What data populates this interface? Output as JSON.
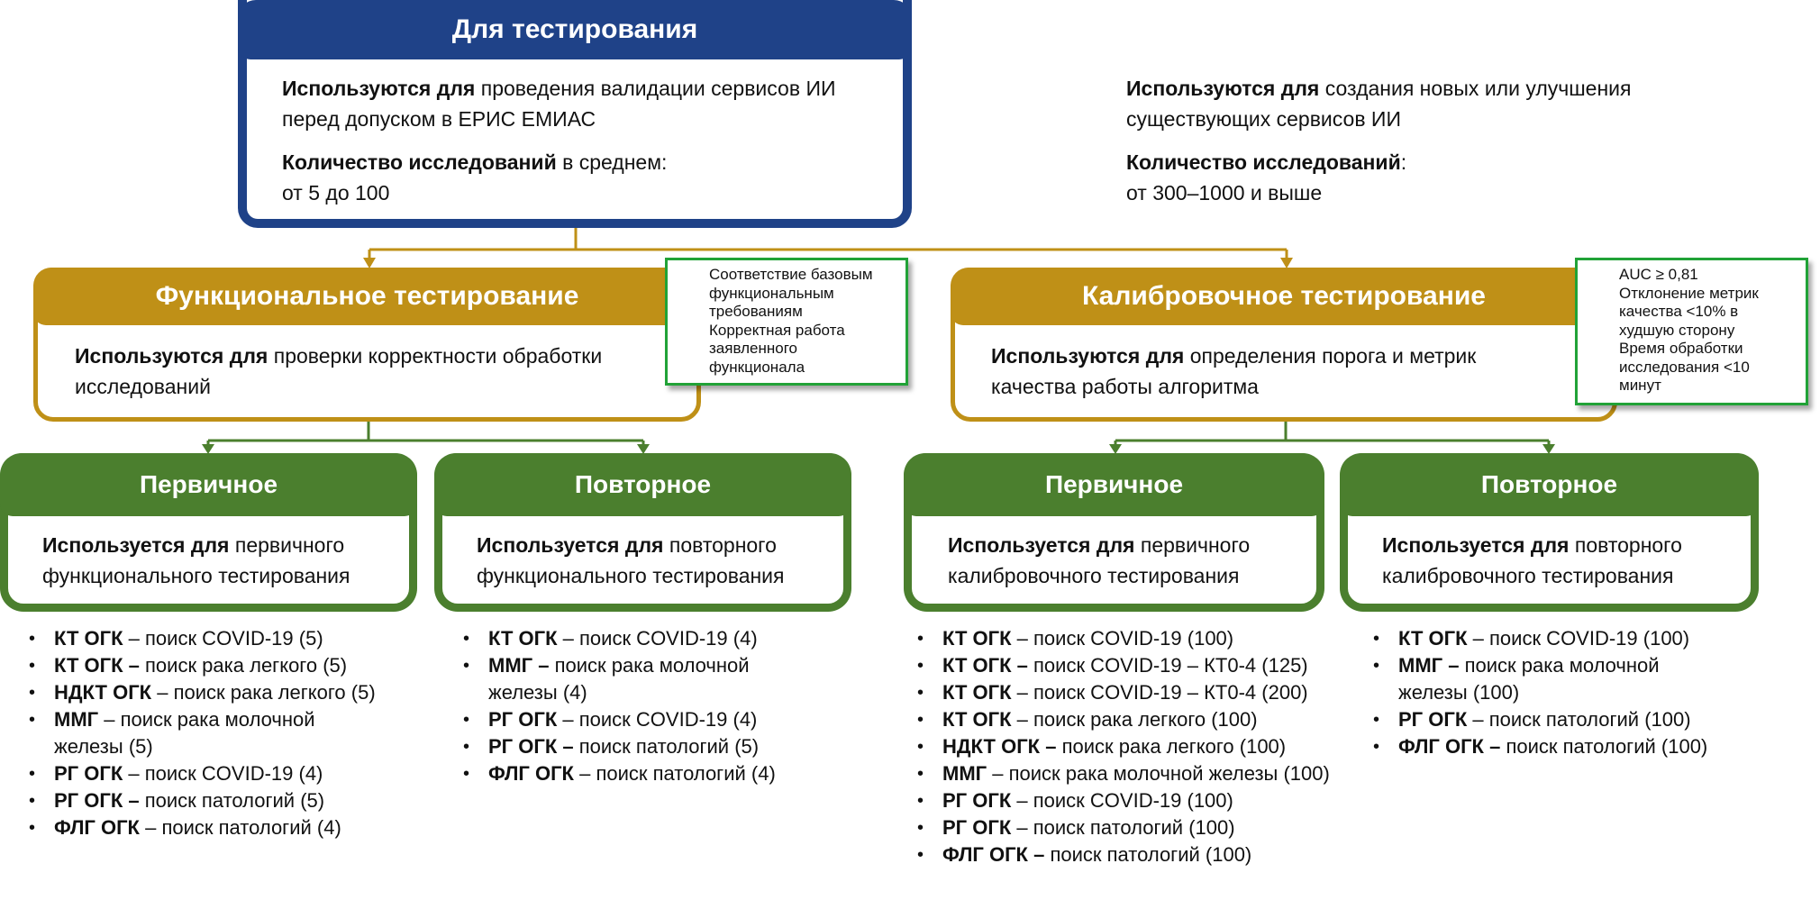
{
  "root": {
    "title": "Для тестирования",
    "purpose_bold": "Используются для",
    "purpose_text": " проведения валидации сервисов ИИ",
    "purpose_text_2": "перед допуском в ЕРИС ЕМИАС",
    "count_bold": "Количество исследований",
    "count_suffix": " в среднем:",
    "count_value": "от 5 до 100"
  },
  "side_info": {
    "purpose_bold": "Используются для",
    "purpose_text": " создания новых или улучшения",
    "purpose_text_2": "существующих сервисов ИИ",
    "count_bold": "Количество исследований",
    "count_suffix": ":",
    "count_value": "от 300–1000 и выше"
  },
  "functional": {
    "title": "Функциональное тестирование",
    "purpose_bold": "Используются для",
    "purpose_text": " проверки корректности обработки",
    "purpose_text_2": "исследований",
    "note": [
      "Соответствие базовым",
      "функциональным",
      "требованиям",
      "Корректная работа",
      "заявленного",
      "функционала"
    ],
    "primary": {
      "title": "Первичное",
      "purpose_bold": "Используется для",
      "purpose_text": " первичного",
      "purpose_text_2": "функционального тестирования",
      "items": [
        {
          "bold": "КТ ОГК",
          "text": " – поиск COVID-19 (5)"
        },
        {
          "bold": "КТ ОГК –",
          "text": " поиск рака легкого (5)"
        },
        {
          "bold": "НДКТ ОГК",
          "text": " – поиск рака легкого (5)"
        },
        {
          "bold": "ММГ",
          "text": " – поиск рака молочной железы (5)"
        },
        {
          "bold": "РГ ОГК",
          "text": " – поиск COVID-19 (4)"
        },
        {
          "bold": "РГ ОГК –",
          "text": " поиск патологий (5)"
        },
        {
          "bold": "ФЛГ ОГК",
          "text": " – поиск патологий (4)"
        }
      ]
    },
    "repeat": {
      "title": "Повторное",
      "purpose_bold": "Используется для",
      "purpose_text": " повторного",
      "purpose_text_2": "функционального тестирования",
      "items": [
        {
          "bold": "КТ ОГК",
          "text": " – поиск COVID-19 (4)"
        },
        {
          "bold": "ММГ –",
          "text": " поиск рака молочной железы (4)"
        },
        {
          "bold": "РГ ОГК",
          "text": " – поиск COVID-19 (4)"
        },
        {
          "bold": "РГ ОГК –",
          "text": " поиск патологий (5)"
        },
        {
          "bold": "ФЛГ ОГК",
          "text": " – поиск патологий (4)"
        }
      ]
    }
  },
  "calibration": {
    "title": "Калибровочное тестирование",
    "purpose_bold": "Используются для",
    "purpose_text": " определения порога и метрик",
    "purpose_text_2": "качества работы алгоритма",
    "note": [
      "AUC ≥ 0,81",
      "Отклонение метрик",
      "качества <10% в",
      "худшую сторону",
      "Время обработки",
      "исследования <10",
      "минут"
    ],
    "primary": {
      "title": "Первичное",
      "purpose_bold": "Используется для",
      "purpose_text": " первичного",
      "purpose_text_2": "калибровочного тестирования",
      "items": [
        {
          "bold": "КТ ОГК",
          "text": " – поиск COVID-19 (100)"
        },
        {
          "bold": "КТ ОГК –",
          "text": " поиск COVID-19 – КТ0-4 (125)"
        },
        {
          "bold": "КТ ОГК",
          "text": " – поиск COVID-19 – КТ0-4 (200)"
        },
        {
          "bold": "КТ ОГК",
          "text": " – поиск рака легкого (100)"
        },
        {
          "bold": "НДКТ ОГК –",
          "text": " поиск рака легкого (100)"
        },
        {
          "bold": "ММГ",
          "text": " – поиск рака молочной железы (100)"
        },
        {
          "bold": "РГ ОГК",
          "text": " – поиск COVID-19 (100)"
        },
        {
          "bold": "РГ ОГК",
          "text": " – поиск патологий (100)"
        },
        {
          "bold": "ФЛГ ОГК –",
          "text": " поиск патологий (100)"
        }
      ]
    },
    "repeat": {
      "title": "Повторное",
      "purpose_bold": "Используется для",
      "purpose_text": " повторного",
      "purpose_text_2": "калибровочного тестирования",
      "items": [
        {
          "bold": "КТ ОГК",
          "text": " – поиск COVID-19 (100)"
        },
        {
          "bold": "ММГ –",
          "text": " поиск рака молочной железы (100)"
        },
        {
          "bold": "РГ ОГК",
          "text": " – поиск патологий (100)"
        },
        {
          "bold": "ФЛГ ОГК –",
          "text": " поиск патологий (100)"
        }
      ]
    }
  },
  "colors": {
    "root": "#1f4288",
    "level2": "#bf9017",
    "level3": "#4b7f2e",
    "note_border": "#21a237"
  }
}
